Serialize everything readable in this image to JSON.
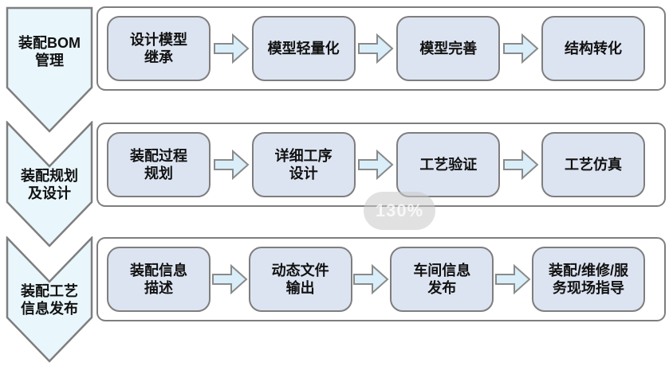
{
  "colors": {
    "shape_border": "#7e7e7e",
    "box_fill": "#dde4f1",
    "chevron_fill": "#e9f6fc",
    "arrow_fill": "#d9eef9",
    "arrow_border": "#8a8a8a",
    "text": "#111111"
  },
  "zoom_toast": {
    "value": "130%"
  },
  "rows": [
    {
      "stage": "装配BOM\n管理",
      "steps": [
        "设计模型\n继承",
        "模型轻量化",
        "模型完善",
        "结构转化"
      ]
    },
    {
      "stage": "装配规划\n及设计",
      "steps": [
        "装配过程\n规划",
        "详细工序\n设计",
        "工艺验证",
        "工艺仿真"
      ]
    },
    {
      "stage": "装配工艺\n信息发布",
      "steps": [
        "装配信息\n描述",
        "动态文件\n输出",
        "车间信息\n发布",
        "装配/维修/服\n务现场指导"
      ]
    }
  ]
}
